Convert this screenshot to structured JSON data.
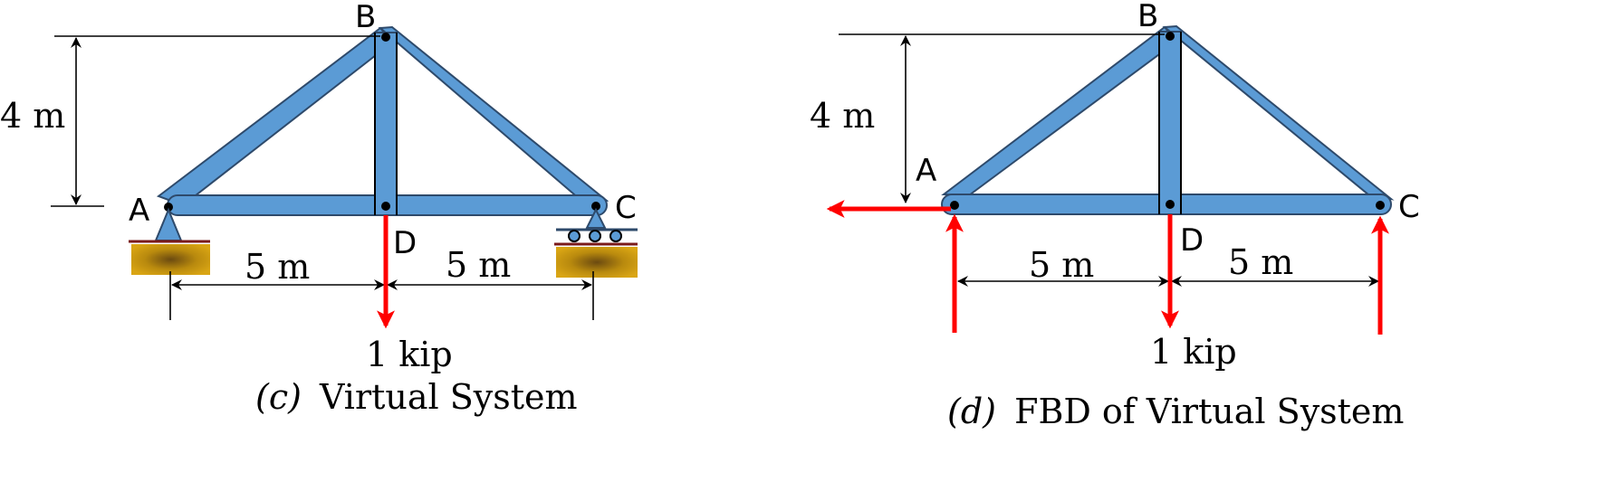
{
  "left": {
    "joints": {
      "A": "A",
      "B": "B",
      "C": "C",
      "D": "D"
    },
    "height_label": "4 m",
    "span_left_label": "5 m",
    "span_right_label": "5 m",
    "load_label": "1 kip",
    "caption_var": "(c)",
    "caption_text": "Virtual System"
  },
  "right": {
    "joints": {
      "A": "A",
      "B": "B",
      "C": "C",
      "D": "D"
    },
    "height_label": "4 m",
    "span_left_label": "5 m",
    "span_right_label": "5 m",
    "load_label": "1 kip",
    "caption_var": "(d)",
    "caption_text": "FBD of Virtual System"
  },
  "colors": {
    "member": "#5b9bd5",
    "member_edge": "#2e4a6b",
    "force": "#ff0000",
    "support_ground": "#c8960c"
  }
}
